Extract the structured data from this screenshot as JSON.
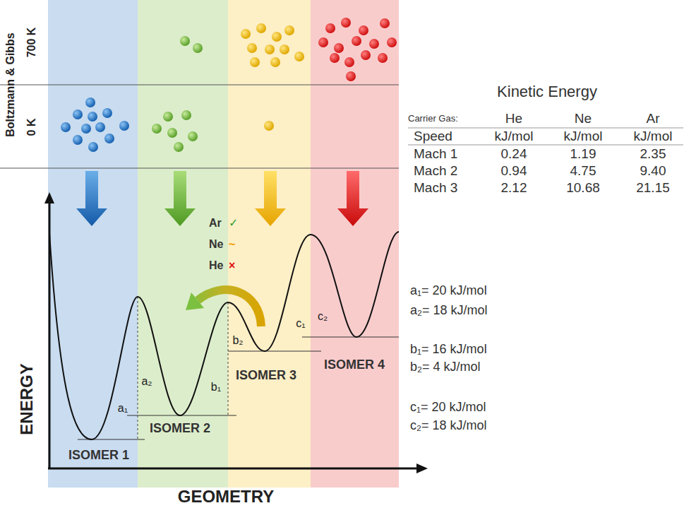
{
  "diagram": {
    "nodes": [
      {
        "text": [
          "ISOMER 1"
        ]
      },
      {
        "text": [
          "ISOMER 2"
        ]
      },
      {
        "text": [
          "ISOMER 3"
        ]
      },
      {
        "text": [
          "ISOMER 4"
        ]
      }
    ],
    "labels": [
      "Boltzmann & Gibbs",
      "700 K",
      "0 K",
      "Ar",
      "✓",
      "Ne",
      "~",
      "He",
      "×",
      "a₁",
      "a₂",
      "b₁",
      "b₂",
      "c₁",
      "c₂",
      "ENERGY",
      "GEOMETRY",
      "Kinetic Energy",
      "Carrier Gas:",
      "He",
      "Ne",
      "Ar",
      "Speed",
      "kJ/mol",
      "kJ/mol",
      "kJ/mol",
      "Mach 1",
      "0.24",
      "1.19",
      "2.35",
      "Mach 2",
      "0.94",
      "4.75",
      "9.40",
      "Mach 3",
      "2.12",
      "10.68",
      "21.15",
      "a₁= 20 kJ/mol",
      "a₂= 18 kJ/mol",
      "b₁= 16 kJ/mol",
      "b₂= 4 kJ/mol",
      "c₁= 20 kJ/mol",
      "c₂= 18 kJ/mol"
    ]
  }
}
